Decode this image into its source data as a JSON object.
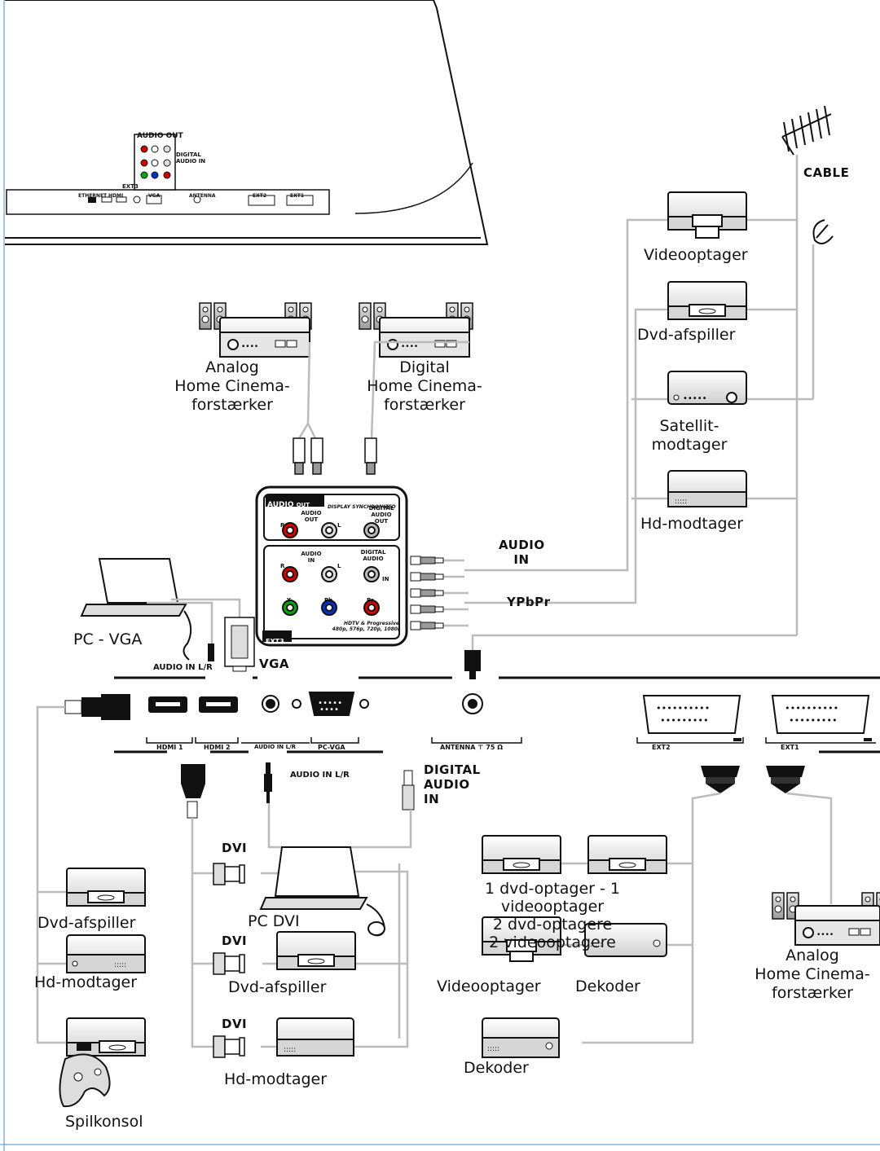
{
  "tv_panel": {
    "top_labels": [
      "ETHERNET",
      "HDMI",
      "VGA",
      "ANTENNA",
      "EXT2",
      "EXT1"
    ],
    "audio_out_label": "AUDIO OUT",
    "digital_audio_in_label": "DIGITAL AUDIO IN",
    "ext3_label": "EXT3"
  },
  "home_cinema_analog_top": "Analog\nHome Cinema-\nforstærker",
  "home_cinema_digital_top": "Digital\nHome Cinema-\nforstærker",
  "right_column": {
    "cable": "CABLE",
    "videooptager": "Videooptager",
    "dvd_afspiller": "Dvd-afspiller",
    "satellit": "Satellit-\nmodtager",
    "hd_modtager": "Hd-modtager"
  },
  "ext3_panel": {
    "audio_out": "AUDIO",
    "out_word": "OUT",
    "display_sync": "DISPLAY SYNCHRONIZED",
    "r": "R",
    "l": "L",
    "audio_out_small": "AUDIO\nOUT",
    "digital_audio_out": "DIGITAL\nAUDIO\nOUT",
    "audio_in_small": "AUDIO\nIN",
    "digital_audio": "DIGITAL\nAUDIO",
    "in_word": "IN",
    "y": "Y",
    "pb": "Pb",
    "pr": "Pr",
    "ext3": "EXT3",
    "hdtv": "HDTV & Progressive\n480p, 576p, 720p, 1080i"
  },
  "audio_in_label": "AUDIO\nIN",
  "ypbpr_label": "YPbPr",
  "pc_vga": "PC - VGA",
  "audio_in_lr_top": "AUDIO IN L/R",
  "vga_label": "VGA",
  "connector_bar": {
    "hdmi1": "HDMI 1",
    "hdmi2": "HDMI 2",
    "audio_in_lr": "AUDIO IN L/R",
    "pc_vga": "PC-VGA",
    "antenna": "ANTENNA",
    "antenna_ohm": "75 Ω",
    "ext2": "EXT2",
    "ext1": "EXT1"
  },
  "audio_in_lr_mid": "AUDIO IN L/R",
  "digital_audio_in": "DIGITAL\nAUDIO\nIN",
  "left_column": {
    "dvd_afspiller": "Dvd-afspiller",
    "hd_modtager": "Hd-modtager",
    "spilkonsol": "Spilkonsol"
  },
  "dvi_column": {
    "dvi1": "DVI",
    "pc_dvi": "PC DVI",
    "dvi2": "DVI",
    "dvd_afspiller": "Dvd-afspiller",
    "dvi3": "DVI",
    "hd_modtager": "Hd-modtager"
  },
  "scart_column": {
    "recorders": "1 dvd-optager - 1 videooptager\n2 dvd-optagere\n2 videooptagere",
    "videooptager": "Videooptager",
    "dekoder1": "Dekoder",
    "dekoder2": "Dekoder"
  },
  "home_cinema_analog_bottom": "Analog\nHome Cinema-\nforstærker"
}
